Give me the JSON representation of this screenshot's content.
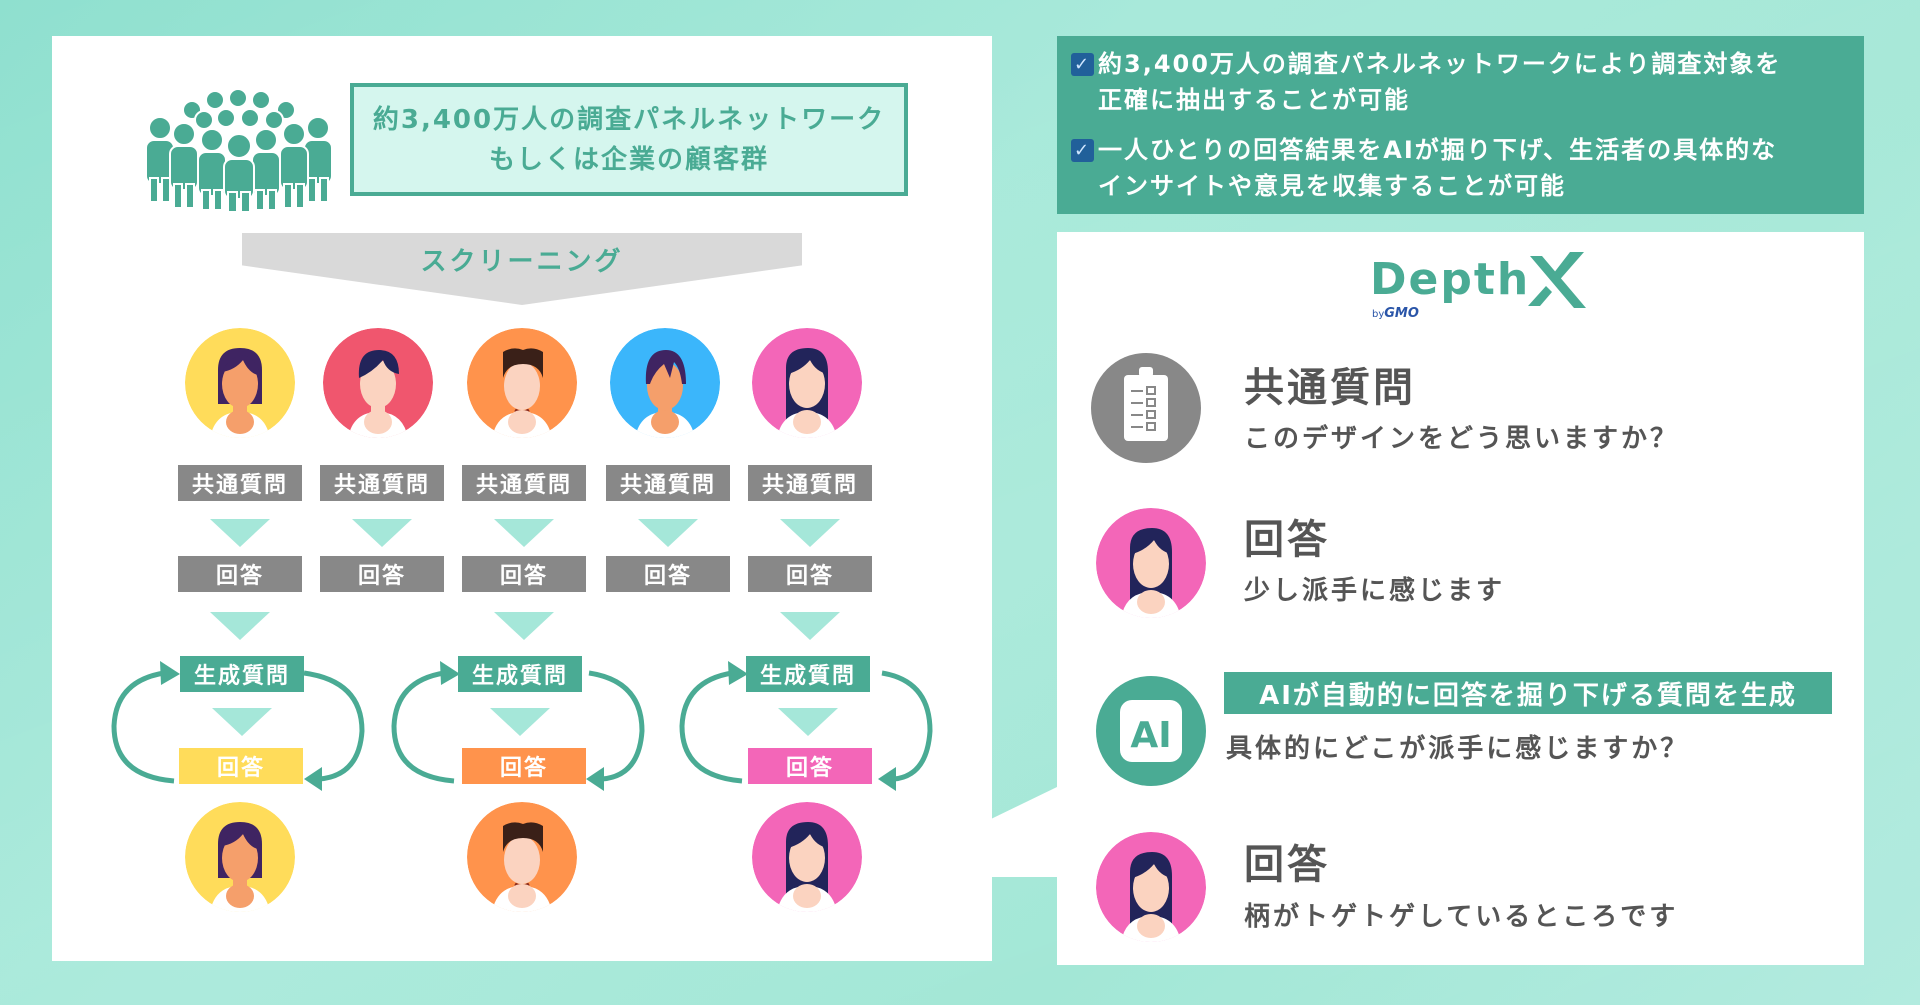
{
  "colors": {
    "background": "#9ee6d4",
    "teal": "#4aab94",
    "mint": "#a5e7d9",
    "summary_fill": "#d5f6ee",
    "gray_box": "#888888",
    "screening_gray": "#d9d9d9",
    "yellow": "#ffdc5a",
    "red": "#f0566e",
    "orange": "#ff934c",
    "blue": "#3bb6fb",
    "pink": "#f366b8",
    "check_blue": "#21609a",
    "text_gray": "#555555"
  },
  "left": {
    "population_icon": "people-group-icon",
    "population_box": {
      "line1": "約3,400万人の調査パネルネットワーク",
      "line2": "もしくは企業の顧客群"
    },
    "screening_label": "スクリーニング",
    "respondents": [
      {
        "color": "yellow",
        "bg": "#ffdc5a",
        "skin": "#f59f6b",
        "hair": "#3f2462"
      },
      {
        "color": "red",
        "bg": "#f0566e",
        "skin": "#fbd3c0",
        "hair": "#22245a"
      },
      {
        "color": "orange",
        "bg": "#ff934c",
        "skin": "#fbd3c0",
        "hair": "#3a2018"
      },
      {
        "color": "blue",
        "bg": "#3bb6fb",
        "skin": "#f59f6b",
        "hair": "#3f2462"
      },
      {
        "color": "pink",
        "bg": "#f366b8",
        "skin": "#fbd3c0",
        "hair": "#22245a"
      }
    ],
    "common_question_label": "共通質問",
    "answer_label": "回答",
    "generated_question_label": "生成質問",
    "deep_dive_columns": [
      0,
      2,
      4
    ]
  },
  "right_top": {
    "bullets": [
      {
        "icon": "checkbox-checked-icon",
        "line1": "約3,400万人の調査パネルネットワークにより調査対象を",
        "line2": "正確に抽出することが可能"
      },
      {
        "icon": "checkbox-checked-icon",
        "line1": "一人ひとりの回答結果をAIが掘り下げ、生活者の具体的な",
        "line2": "インサイトや意見を収集することが可能"
      }
    ]
  },
  "right_panel": {
    "logo": {
      "name": "Depth",
      "mark": "X",
      "byline_prefix": "by",
      "byline_brand": "GMO"
    },
    "items": [
      {
        "icon": "clipboard-checklist-icon",
        "title": "共通質問",
        "text": "このデザインをどう思いますか？"
      },
      {
        "icon": "respondent-avatar-icon",
        "title": "回答",
        "text": "少し派手に感じます"
      },
      {
        "icon": "ai-icon",
        "tag": "AIが自動的に回答を掘り下げる質問を生成",
        "text": "具体的にどこが派手に感じますか？",
        "icon_label": "AI"
      },
      {
        "icon": "respondent-avatar-icon",
        "title": "回答",
        "text": "柄がトゲトゲしているところです"
      }
    ]
  }
}
